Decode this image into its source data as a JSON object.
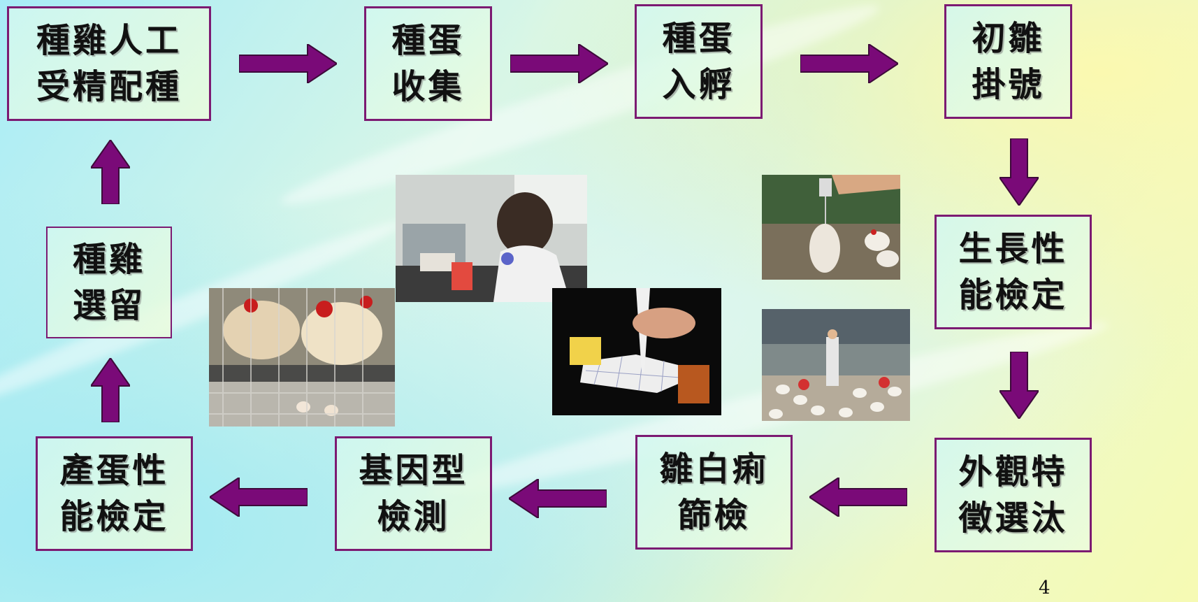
{
  "steps": [
    {
      "line1": "種雞人工",
      "line2": "受精配種"
    },
    {
      "line1": "種蛋",
      "line2": "收集"
    },
    {
      "line1": "種蛋",
      "line2": "入孵"
    },
    {
      "line1": "初雛",
      "line2": "掛號"
    },
    {
      "line1": "生長性",
      "line2": "能檢定"
    },
    {
      "line1": "外觀特",
      "line2": "徵選汰"
    },
    {
      "line1": "雛白痢",
      "line2": "篩檢"
    },
    {
      "line1": "基因型",
      "line2": "檢測"
    },
    {
      "line1": "產蛋性",
      "line2": "能檢定"
    },
    {
      "line1": "種雞",
      "line2": "選留"
    }
  ],
  "photos": [
    {
      "name": "lab-researcher-photo"
    },
    {
      "name": "pipette-assay-plate-photo"
    },
    {
      "name": "caged-roosters-photo"
    },
    {
      "name": "chick-weighing-photo"
    },
    {
      "name": "broiler-house-photo"
    }
  ],
  "page_number": "4",
  "colors": {
    "box_border": "#7c1a72",
    "arrow": "#7a0a78",
    "background_from": "#a8ecf7",
    "background_to": "#f6fab3"
  }
}
